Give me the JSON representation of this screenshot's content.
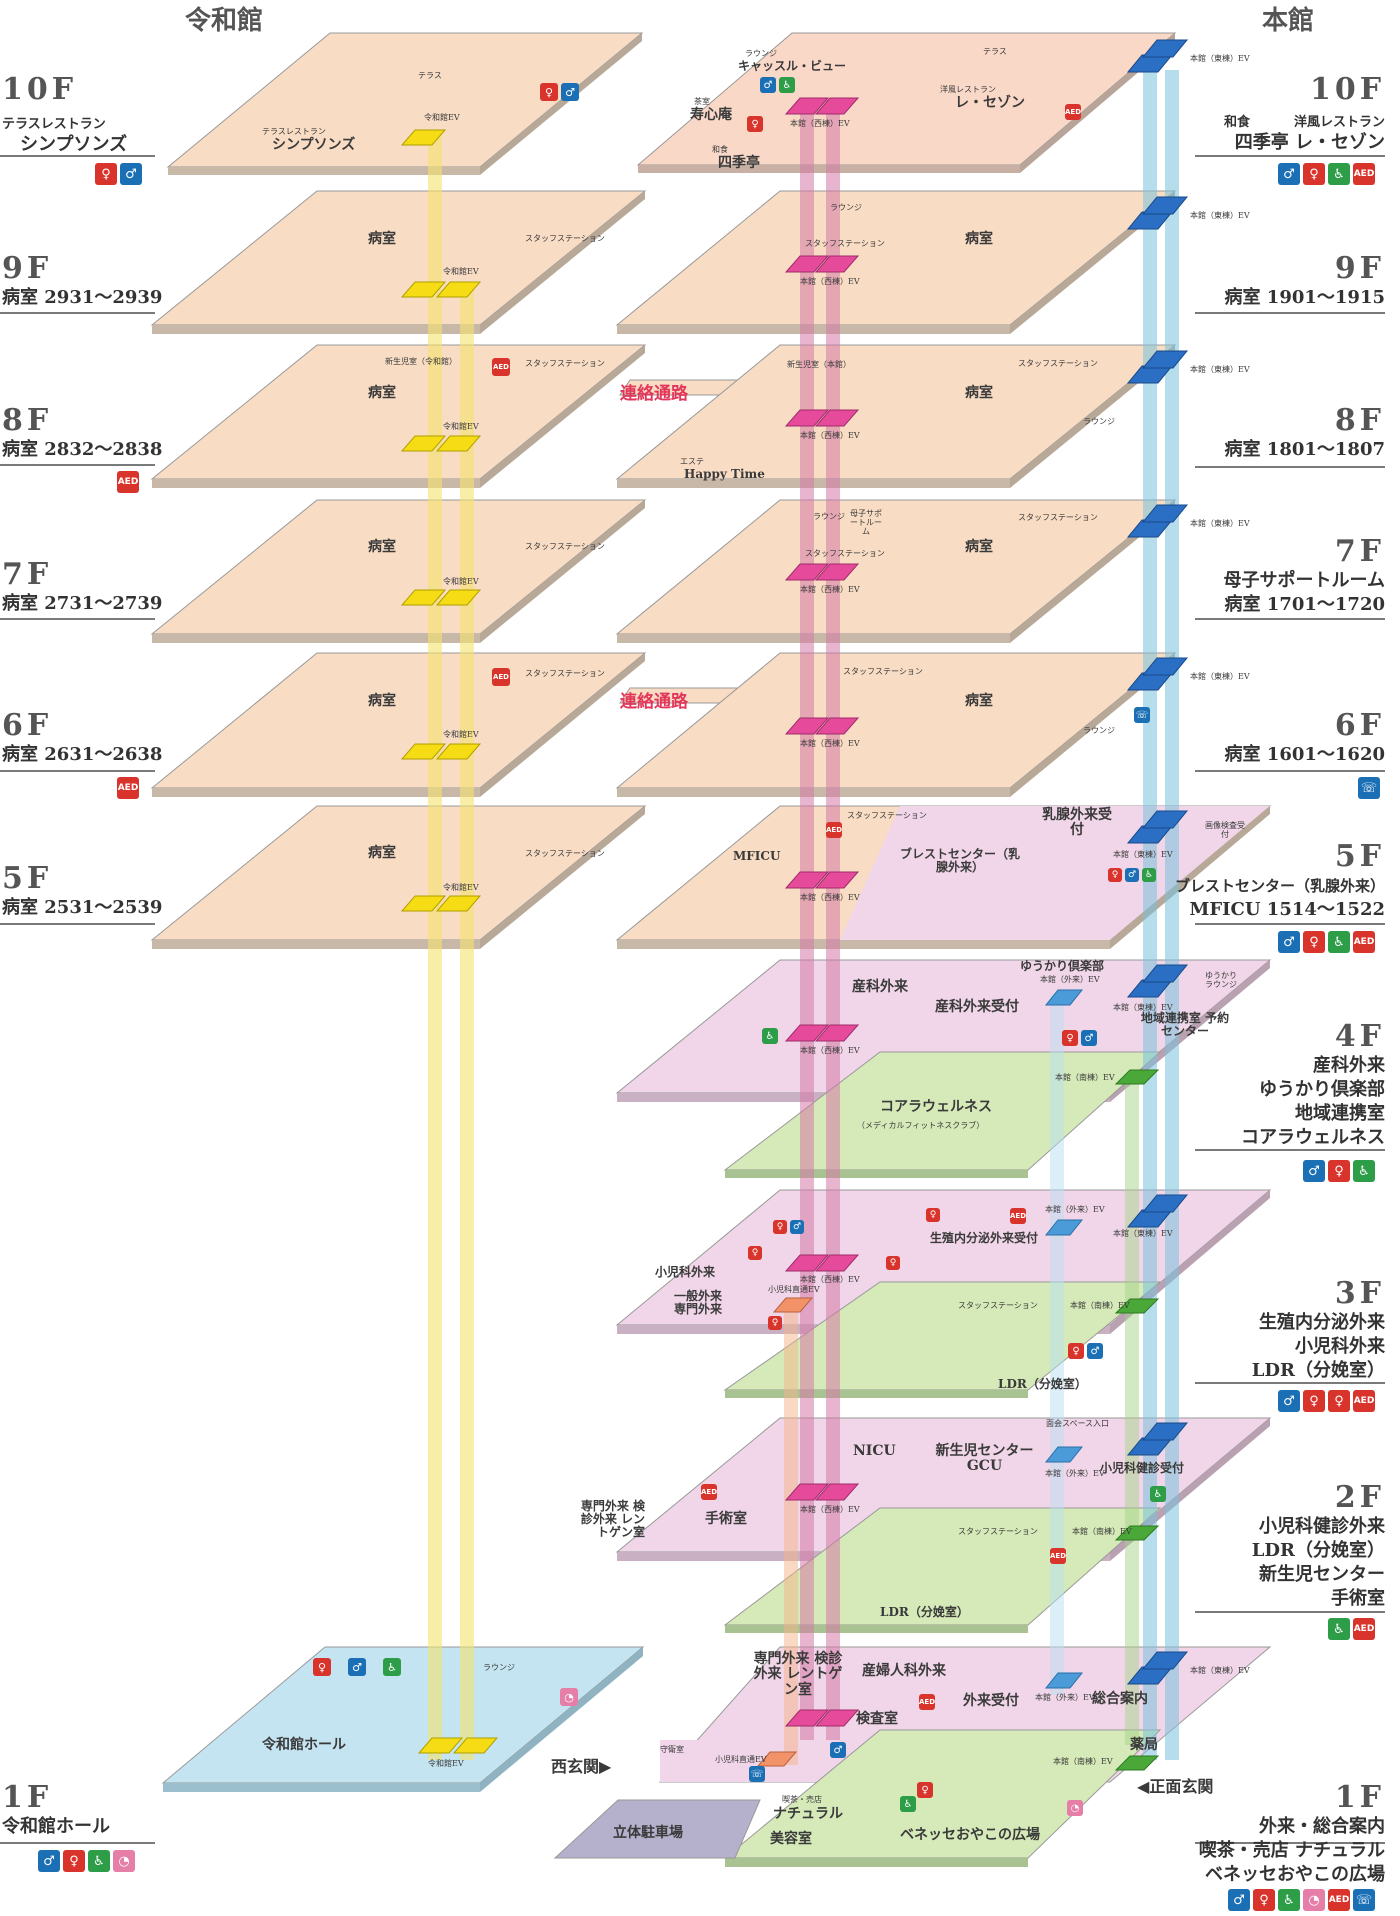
{
  "buildings": {
    "left": "令和館",
    "right": "本館"
  },
  "left_side": [
    {
      "floor": "10F",
      "sub": "テラスレストラン",
      "name": "シンプソンズ",
      "icons": [
        "women-restroom",
        "men-restroom"
      ]
    },
    {
      "floor": "9F",
      "name": "病室 2931〜2939",
      "icons": []
    },
    {
      "floor": "8F",
      "name": "病室 2832〜2838",
      "icons": [
        "aed"
      ]
    },
    {
      "floor": "7F",
      "name": "病室 2731〜2739",
      "icons": []
    },
    {
      "floor": "6F",
      "name": "病室 2631〜2638",
      "icons": [
        "aed"
      ]
    },
    {
      "floor": "5F",
      "name": "病室 2531〜2539",
      "icons": []
    },
    {
      "floor": "1F",
      "name": "令和館ホール",
      "icons": [
        "men-restroom",
        "women-restroom",
        "accessible",
        "baby"
      ]
    }
  ],
  "right_side": [
    {
      "floor": "10F",
      "sub": [
        "和食",
        "洋風レストラン"
      ],
      "lines": [
        "四季亭 レ・セゾン"
      ],
      "icons": [
        "men-restroom",
        "women-restroom",
        "accessible",
        "aed"
      ]
    },
    {
      "floor": "9F",
      "lines": [
        "病室 1901〜1915"
      ],
      "icons": []
    },
    {
      "floor": "8F",
      "lines": [
        "病室 1801〜1807"
      ],
      "icons": []
    },
    {
      "floor": "7F",
      "lines": [
        "母子サポートルーム",
        "病室 1701〜1720"
      ],
      "icons": []
    },
    {
      "floor": "6F",
      "lines": [
        "病室 1601〜1620"
      ],
      "icons": [
        "phone"
      ]
    },
    {
      "floor": "5F",
      "lines": [
        "ブレストセンター（乳腺外来）",
        "MFICU 1514〜1522"
      ],
      "icons": [
        "men-restroom",
        "women-restroom",
        "accessible",
        "aed"
      ]
    },
    {
      "floor": "4F",
      "lines": [
        "産科外来",
        "ゆうかり倶楽部",
        "地域連携室",
        "コアラウェルネス"
      ],
      "icons": [
        "men-restroom",
        "women-restroom",
        "accessible"
      ]
    },
    {
      "floor": "3F",
      "lines": [
        "生殖内分泌外来",
        "小児科外来",
        "LDR（分娩室）"
      ],
      "icons": [
        "men-restroom",
        "women-restroom",
        "women-restroom",
        "aed"
      ]
    },
    {
      "floor": "2F",
      "lines": [
        "小児科健診外来",
        "LDR（分娩室）",
        "新生児センター",
        "手術室"
      ],
      "icons": [
        "accessible",
        "aed"
      ]
    },
    {
      "floor": "1F",
      "lines": [
        "外来・総合案内",
        "喫茶・売店 ナチュラル",
        "ベネッセおやこの広場"
      ],
      "icons": [
        "men-restroom",
        "women-restroom",
        "accessible",
        "baby",
        "aed",
        "phone"
      ]
    }
  ],
  "connector": "連絡通路",
  "labels": {
    "terrace": "テラス",
    "simpsons_sub": "テラスレストラン",
    "simpsons": "シンプソンズ",
    "reiwa_ev": "令和館EV",
    "byoshitsu": "病室",
    "staff": "スタッフステーション",
    "nicu_reiwa": "新生児室（令和館）",
    "reiwa_hall": "令和館ホール",
    "lounge": "ラウンジ",
    "castle_sub": "ラウンジ",
    "castle": "キャッスル・ビュー",
    "jushinan_sub": "茶室",
    "jushinan": "寿心庵",
    "shikitei_sub": "和食",
    "shikitei": "四季亭",
    "saison_sub": "洋風レストラン",
    "saison": "レ・セゾン",
    "honkan_east_ev": "本館（東棟）EV",
    "honkan_west_ev": "本館（西棟）EV",
    "honkan_gaikai_ev": "本館（外来）EV",
    "honkan_south_ev": "本館（南棟）EV",
    "nicu_honkan": "新生児室（本館）",
    "esthe_sub": "エステ",
    "happy_time": "Happy Time",
    "boshi": "母子サポートルーム",
    "mficu": "MFICU",
    "nyusen": "乳腺外来受付",
    "breast": "ブレストセンター（乳腺外来）",
    "gazou": "画像検査受付",
    "sanka": "産科外来",
    "sanka_uketsuke": "産科外来受付",
    "yukari": "ゆうかり倶楽部",
    "yukari_lounge": "ゆうかりラウンジ",
    "chiiki": "地域連携室 予約センター",
    "koala": "コアラウェルネス",
    "koala_sub": "（メディカルフィットネスクラブ）",
    "shonika": "小児科外来",
    "ippan": "一般外来 専門外来",
    "shonika_ev": "小児科直通EV",
    "seishoku": "生殖内分泌外来受付",
    "ldr": "LDR（分娩室）",
    "nicu": "NICU",
    "shinseiji": "新生児センター GCU",
    "menkai": "面会スペース入口",
    "shonika_kenshin": "小児科健診受付",
    "senmon_left": "専門外来 検診外来 レントゲン室",
    "shujutsu": "手術室",
    "senmon_1f": "専門外来 検診外来 レントゲン室",
    "sanfujin": "産婦人科外来",
    "gairai": "外来受付",
    "sogo": "総合案内",
    "kensa": "検査室",
    "yakkyoku": "薬局",
    "shuei": "守衛室",
    "natural_sub": "喫茶・売店",
    "natural": "ナチュラル",
    "biyou": "美容室",
    "benesse": "ベネッセおやこの広場",
    "parking": "立体駐車場",
    "west_entrance": "西玄関",
    "main_entrance": "正面玄関"
  },
  "colors": {
    "peach": "#f8dcc4",
    "salmon": "#f9d8c8",
    "pink": "#f0d6e8",
    "green": "#d5eab8",
    "blue": "#c4e4f1",
    "gray": "#b5b1cc",
    "ev_yellow": "#f5dc14",
    "ev_pink": "#e54a9b",
    "ev_blue": "#2a6fc4",
    "ev_green": "#4aa838",
    "red_text": "#e2365a"
  }
}
